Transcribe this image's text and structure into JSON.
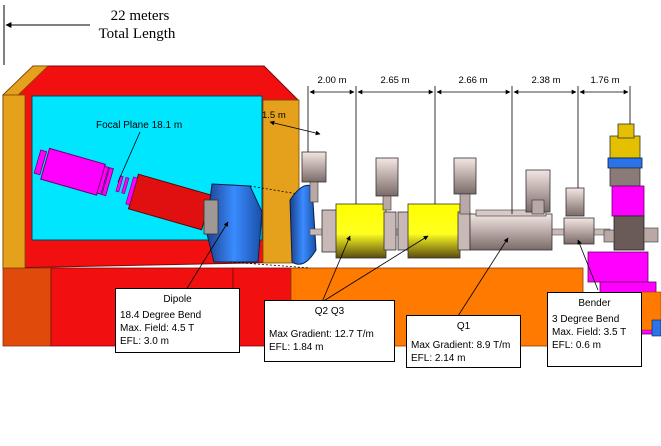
{
  "header": {
    "length_line1": "22 meters",
    "length_line2": "Total Length"
  },
  "focal_plane_label": "Focal Plane 18.1 m",
  "drift_label": "1.5 m",
  "spacings": [
    "2.00 m",
    "2.65 m",
    "2.66 m",
    "2.38 m",
    "1.76 m"
  ],
  "callouts": {
    "dipole": {
      "title": "Dipole",
      "lines": [
        "18.4 Degree Bend",
        "Max. Field:  4.5 T",
        "EFL:  3.0 m"
      ]
    },
    "q2q3": {
      "title": "Q2 Q3",
      "lines": [
        "Max Gradient:  12.7 T/m",
        "EFL:  1.84 m"
      ]
    },
    "q1": {
      "title": "Q1",
      "lines": [
        "Max Gradient:  8.9 T/m",
        "EFL:  2.14 m"
      ]
    },
    "bender": {
      "title": "Bender",
      "lines": [
        "3 Degree Bend",
        "Max. Field:  3.5 T",
        "EFL:  0.6 m"
      ]
    }
  },
  "colors": {
    "dipole_yoke": "#f20f0f",
    "vacuum_chamber": "#00e6ff",
    "support_orange": "#ff7a00",
    "support_dark": "#e04a0a",
    "frame_gold": "#e5a11c",
    "quad_yellow": "#ffff00",
    "focal_magenta": "#ff00ff",
    "detector_red": "#e01010",
    "magnet_blue": "#2a73e8",
    "steel_grey": "#b9a9a6"
  }
}
